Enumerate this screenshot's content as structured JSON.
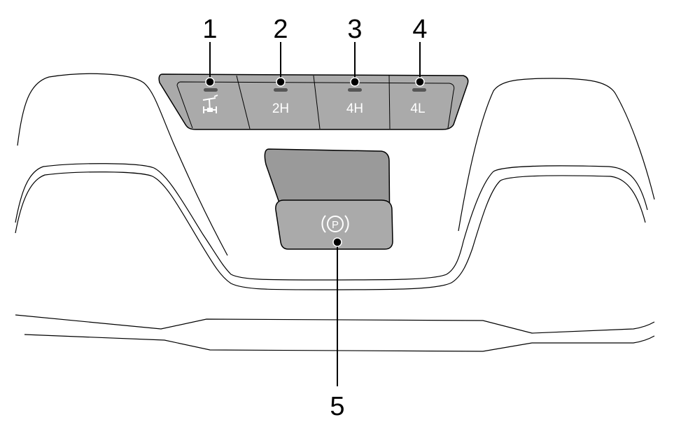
{
  "callouts": {
    "c1": "1",
    "c2": "2",
    "c3": "3",
    "c4": "4",
    "c5": "5"
  },
  "buttons": {
    "b1": {
      "label": "",
      "icon": "axle-lock-icon"
    },
    "b2": {
      "label": "2H"
    },
    "b3": {
      "label": "4H"
    },
    "b4": {
      "label": "4L"
    },
    "b5": {
      "icon": "parking-brake-icon"
    }
  },
  "colors": {
    "panel": "#aaaaaa",
    "panel_dark": "#9a9a9a",
    "indicator": "#555555",
    "line": "#000000",
    "label": "#ffffff"
  }
}
